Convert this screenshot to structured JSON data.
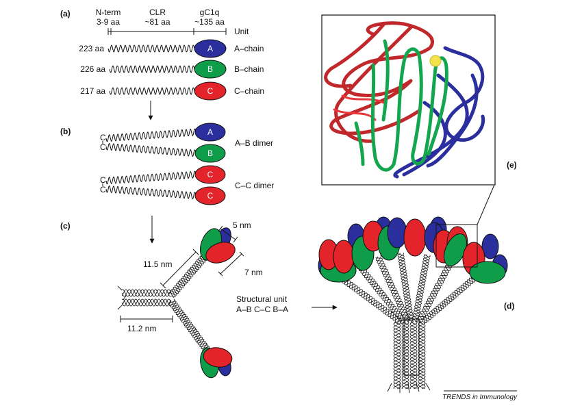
{
  "colors": {
    "a_blue": "#2b2f9e",
    "b_green": "#0f9d4a",
    "c_red": "#e3242b",
    "gold": "#f2e24b"
  },
  "panel_a": {
    "label": "(a)",
    "nterm_name": "N-term",
    "nterm_len": "3-9 aa",
    "clr_name": "CLR",
    "clr_len": "~81 aa",
    "gc1q_name": "gC1q",
    "gc1q_len": "~135 aa",
    "unit_label": "Unit",
    "chains": [
      {
        "length": "223 aa",
        "domain": "A",
        "name": "A–chain"
      },
      {
        "length": "226 aa",
        "domain": "B",
        "name": "B–chain"
      },
      {
        "length": "217 aa",
        "domain": "C",
        "name": "C–chain"
      }
    ]
  },
  "panel_b": {
    "label": "(b)",
    "cys": "C",
    "ab_dimer": "A–B dimer",
    "cc_dimer": "C–C dimer",
    "heads": [
      "A",
      "B",
      "C",
      "C"
    ]
  },
  "panel_c": {
    "label": "(c)",
    "head_width": "5 nm",
    "head_length": "7 nm",
    "stalk_length": "11.5 nm",
    "stem_length": "11.2 nm"
  },
  "panel_d": {
    "label": "(d)",
    "structural_unit": "Structural unit",
    "unit_composition": "A–B C–C B–A"
  },
  "panel_e": {
    "label": "(e)"
  },
  "footer": {
    "journal": "TRENDS in Immunology"
  }
}
